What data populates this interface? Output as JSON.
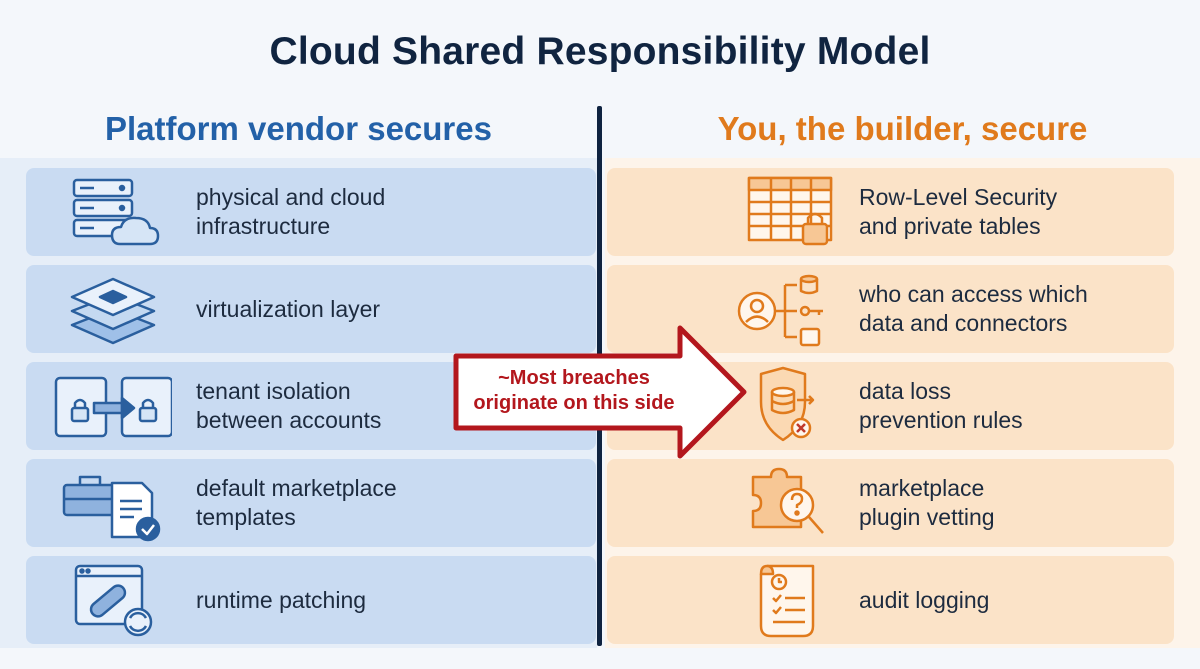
{
  "title": "Cloud Shared Responsibility Model",
  "left": {
    "heading": "Platform vendor secures",
    "color": "#2361a8",
    "items": [
      {
        "label": "physical and cloud\ninfrastructure",
        "icon": "server-cloud-icon"
      },
      {
        "label": "virtualization layer",
        "icon": "layers-chip-icon"
      },
      {
        "label": "tenant isolation\nbetween accounts",
        "icon": "isolation-locks-icon"
      },
      {
        "label": "default marketplace\ntemplates",
        "icon": "toolbox-document-icon"
      },
      {
        "label": "runtime patching",
        "icon": "patch-refresh-icon"
      }
    ]
  },
  "right": {
    "heading": "You, the builder, secure",
    "color": "#e07a1c",
    "items": [
      {
        "label": "Row-Level Security\nand private tables",
        "icon": "table-lock-icon"
      },
      {
        "label": "who can access which\ndata and connectors",
        "icon": "user-access-icon"
      },
      {
        "label": "data loss\nprevention rules",
        "icon": "shield-database-icon"
      },
      {
        "label": "marketplace\nplugin vetting",
        "icon": "puzzle-magnifier-icon"
      },
      {
        "label": "audit logging",
        "icon": "audit-scroll-icon"
      }
    ]
  },
  "callout": {
    "text": "~Most breaches\noriginate on this side",
    "color": "#b3171d"
  }
}
